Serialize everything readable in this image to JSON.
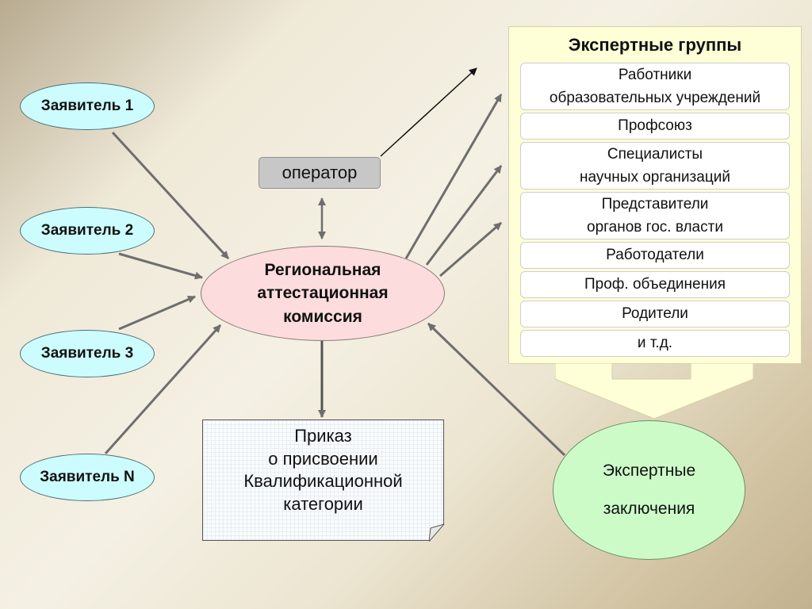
{
  "applicants": [
    "Заявитель 1",
    "Заявитель 2",
    "Заявитель 3",
    "Заявитель N"
  ],
  "operator": "оператор",
  "commission": "Региональная\nаттестационная\nкомиссия",
  "order": {
    "lines": [
      "Приказ",
      "о присвоении",
      "Квалификационной",
      "категории"
    ]
  },
  "expert_groups": {
    "title": "Экспертные группы",
    "items": [
      "Работники\nобразовательных учреждений",
      "Профсоюз",
      "Специалисты\nнаучных организаций",
      "Представители\nорганов гос. власти",
      "Работодатели",
      "Проф. объединения",
      "Родители",
      "и т.д."
    ]
  },
  "conclusions": "Экспертные\nзаключения",
  "colors": {
    "applicant_fill": "#ccfcfd",
    "commission_fill": "#fcdcdc",
    "conclusions_fill": "#ccfbc8",
    "panel_fill": "#fefed7",
    "arrow": "#6e6e6e"
  }
}
